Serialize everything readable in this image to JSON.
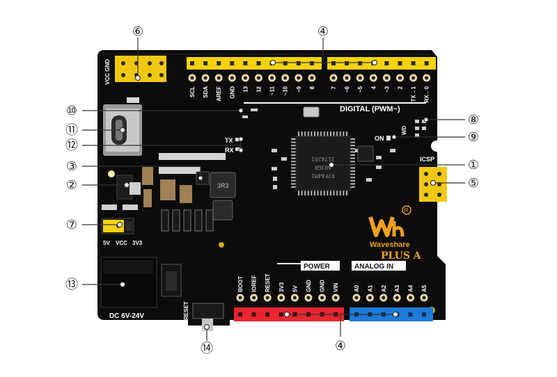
{
  "board": {
    "brand": "Waveshare",
    "model": "PLUS A",
    "chip_text": [
      "317A201",
      "A03GR",
      "R7FA4M1"
    ],
    "headers": {
      "digital_title": "DIGITAL (PWM~)",
      "digital_pins_left": [
        "SCL",
        "SDA",
        "AREF",
        "GND",
        "13",
        "12",
        "~11",
        "~10",
        "~9",
        "8"
      ],
      "digital_pins_right": [
        "7",
        "~6",
        "~5",
        "4",
        "~3",
        "2",
        "TX→1",
        "RX←0"
      ],
      "power_title": "POWER",
      "power_pins": [
        "BOOT",
        "IOREF",
        "RESET",
        "3V3",
        "5V",
        "GND",
        "GND",
        "VIN"
      ],
      "analog_title": "ANALOG IN",
      "analog_pins": [
        "A0",
        "A1",
        "A2",
        "A3",
        "A4",
        "A5"
      ]
    },
    "labels": {
      "vcc_gnd": "VCC GND",
      "tx": "TX",
      "rx": "RX",
      "on": "ON",
      "wd": "WD",
      "icsp": "ICSP",
      "v5": "5V",
      "vcc": "VCC",
      "v33": "3V3",
      "dc_input": "DC 6V-24V",
      "reset": "RESET",
      "inductor": "3R3"
    }
  },
  "callouts": {
    "c1": "①",
    "c2": "②",
    "c3": "③",
    "c4_top": "④",
    "c4_bottom": "④",
    "c5": "⑤",
    "c6": "⑥",
    "c7": "⑦",
    "c8": "⑧",
    "c9": "⑨",
    "c10": "⑩",
    "c11": "⑪",
    "c12": "⑫",
    "c13": "⑬",
    "c14": "⑭"
  },
  "colors": {
    "pcb": "#0c0c0c",
    "header_yellow": "#f5d20c",
    "header_red": "#e8262e",
    "header_blue": "#1e7ad8",
    "callout_stroke": "#333333"
  }
}
